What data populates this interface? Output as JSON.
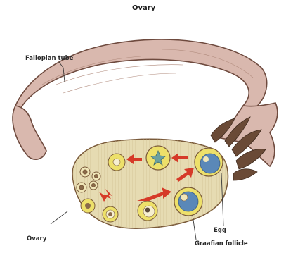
{
  "title": "Ovary",
  "labels": {
    "fallopian_tube": "Fallopian tube",
    "ovary": "Ovary",
    "egg": "Egg",
    "graafian_follicle": "Graafian follicle"
  },
  "colors": {
    "tube_fill": "#d9b8ae",
    "tube_stroke": "#6e4a3e",
    "ovary_fill": "#e6dbb2",
    "ovary_stroke": "#7a5a3a",
    "arrow": "#d63a28",
    "follicle_ring": "#ede06a",
    "egg_blue": "#5a88b8"
  }
}
